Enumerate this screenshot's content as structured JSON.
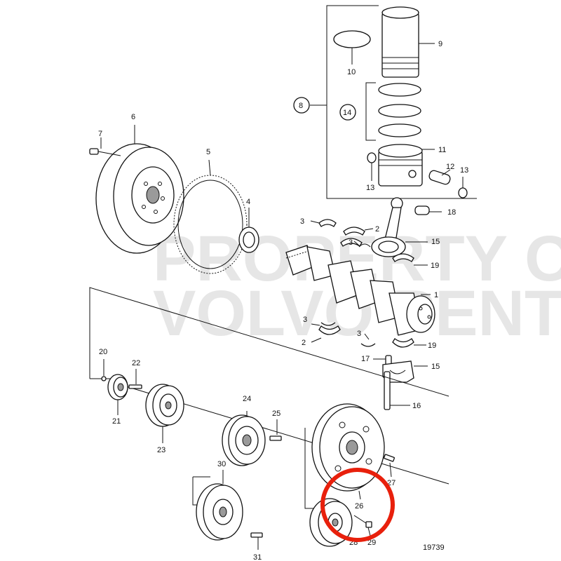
{
  "watermark": {
    "line1": "PROPERTY OF",
    "line2": "VOLVO PENTA"
  },
  "figure_number": "19739",
  "callouts": {
    "p1": "1",
    "p2a": "2",
    "p2b": "2",
    "p3a": "3",
    "p3b": "3",
    "p3c": "3",
    "p3d": "3",
    "p4": "4",
    "p5": "5",
    "p6": "6",
    "p7": "7",
    "p8": "8",
    "p9": "9",
    "p10": "10",
    "p11": "11",
    "p12": "12",
    "p13a": "13",
    "p13b": "13",
    "p14": "14",
    "p15a": "15",
    "p15b": "15",
    "p16": "16",
    "p17": "17",
    "p18": "18",
    "p19a": "19",
    "p19b": "19",
    "p20": "20",
    "p21": "21",
    "p22": "22",
    "p23": "23",
    "p24": "24",
    "p25": "25",
    "p26": "26",
    "p27": "27",
    "p28": "28",
    "p29": "29",
    "p30": "30",
    "p31": "31"
  },
  "colors": {
    "line": "#111111",
    "highlight": "#e8200c",
    "watermark": "#d2d2d2"
  }
}
